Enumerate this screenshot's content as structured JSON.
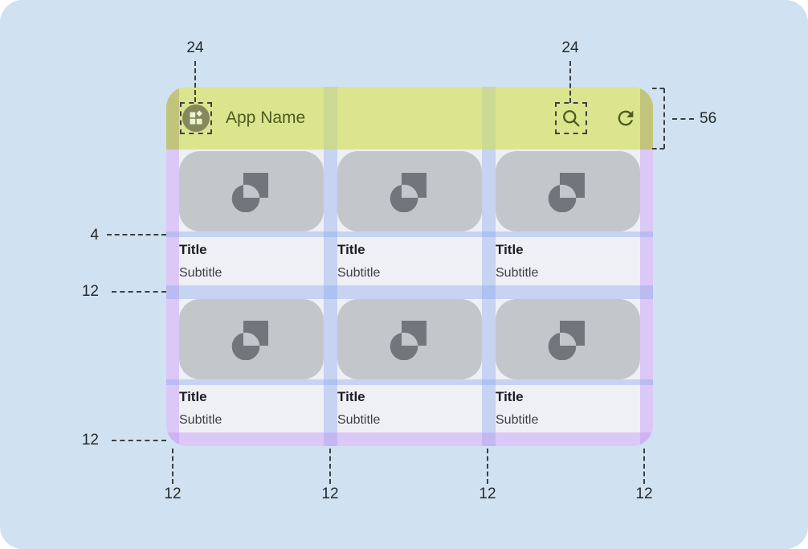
{
  "app_bar": {
    "app_name": "App Name",
    "leading_icon": "widgets-icon",
    "search_icon": "search-icon",
    "refresh_icon": "refresh-icon"
  },
  "cards": [
    {
      "title": "Title",
      "subtitle": "Subtitle"
    },
    {
      "title": "Title",
      "subtitle": "Subtitle"
    },
    {
      "title": "Title",
      "subtitle": "Subtitle"
    },
    {
      "title": "Title",
      "subtitle": "Subtitle"
    },
    {
      "title": "Title",
      "subtitle": "Subtitle"
    },
    {
      "title": "Title",
      "subtitle": "Subtitle"
    }
  ],
  "annotations": {
    "leading_icon_size": "24",
    "search_icon_size": "24",
    "app_bar_height": "56",
    "image_text_gap": "4",
    "row_gap": "12",
    "bottom_margin": "12",
    "bottom_labels": [
      "12",
      "12",
      "12",
      "12"
    ]
  },
  "colors": {
    "canvas_bg": "#d0e2f1",
    "surface": "#eef0f6",
    "app_bar_bg": "#dbe58e",
    "app_bar_content": "#4d5b20",
    "margin_overlay_purple": "#dbc8f6",
    "gutter_overlay_blue": "#c6d4f3",
    "card_placeholder": "#c3c6cb",
    "placeholder_glyph": "#71767c",
    "annotation_text": "#26282b"
  }
}
